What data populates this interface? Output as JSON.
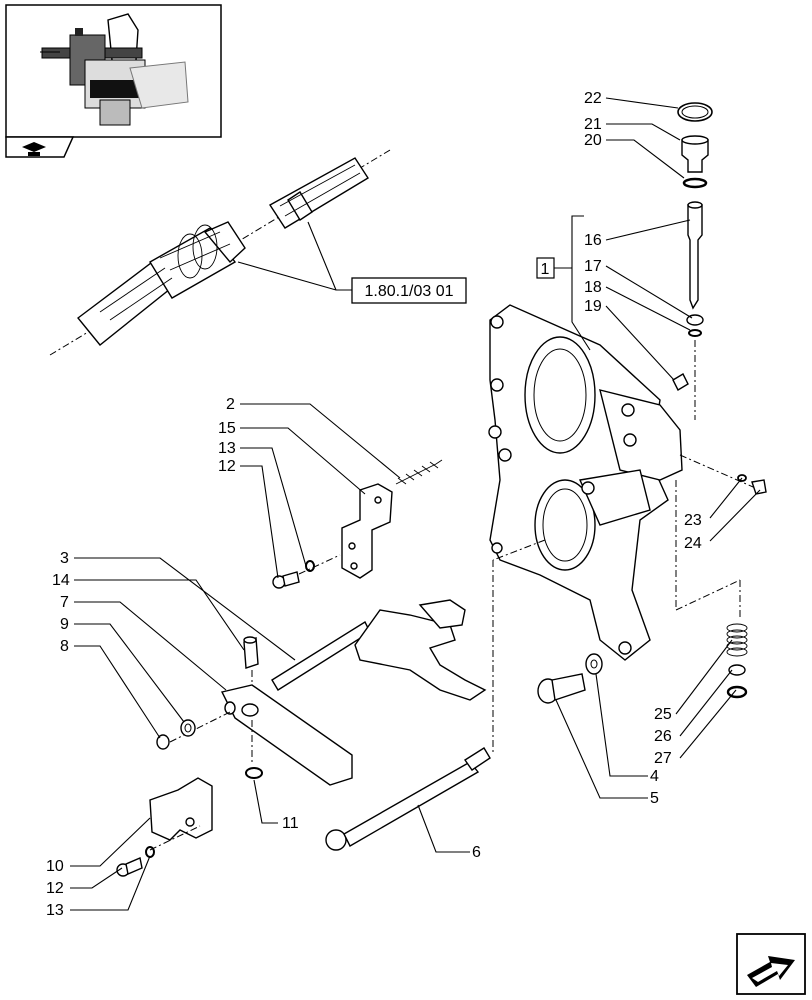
{
  "inset": {
    "icon": "transmission-assembly-thumbnail"
  },
  "corner_tab": {
    "icon": "book-arrow-icon"
  },
  "nav_button": {
    "icon": "next-arrow-icon"
  },
  "reference_box": {
    "label": "1.80.1/03 01"
  },
  "group_box": {
    "label": "1"
  },
  "callouts": {
    "c2": "2",
    "c3": "3",
    "c4": "4",
    "c5": "5",
    "c6": "6",
    "c7": "7",
    "c8": "8",
    "c9": "9",
    "c10": "10",
    "c11": "11",
    "c12a": "12",
    "c12b": "12",
    "c13a": "13",
    "c13b": "13",
    "c14": "14",
    "c15": "15",
    "c16": "16",
    "c17": "17",
    "c18": "18",
    "c19": "19",
    "c20": "20",
    "c21": "21",
    "c22": "22",
    "c23": "23",
    "c24": "24",
    "c25": "25",
    "c26": "26",
    "c27": "27"
  }
}
